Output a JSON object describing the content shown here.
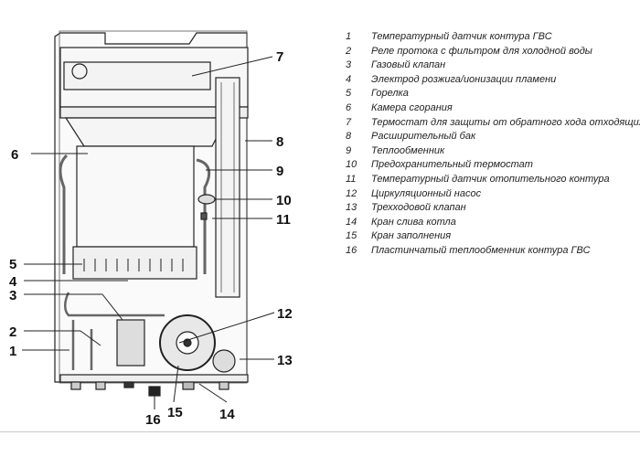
{
  "diagram": {
    "title": "Boiler internal components",
    "callouts": [
      "1",
      "2",
      "3",
      "4",
      "5",
      "6",
      "7",
      "8",
      "9",
      "10",
      "11",
      "12",
      "13",
      "14",
      "15",
      "16"
    ]
  },
  "legend": {
    "items": [
      {
        "num": "1",
        "label": "Температурный датчик контура ГВС"
      },
      {
        "num": "2",
        "label": " Реле протока с фильтром для холодной воды"
      },
      {
        "num": "3",
        "label": "Газовый клапан"
      },
      {
        "num": "4",
        "label": "Электрод розжига/ионизации пламени"
      },
      {
        "num": "5",
        "label": "Горелка"
      },
      {
        "num": "6",
        "label": "Камера сгорания"
      },
      {
        "num": "7",
        "label": "Термостат для защиты от обратного хода отходящих газов"
      },
      {
        "num": "8",
        "label": "Расширительный бак"
      },
      {
        "num": "9",
        "label": "Теплообменник"
      },
      {
        "num": "10",
        "label": "Предохранительный термостат"
      },
      {
        "num": "11",
        "label": "Температурный датчик отопительного контура"
      },
      {
        "num": "12",
        "label": "Циркуляционный насос"
      },
      {
        "num": "13",
        "label": "Трехходовой клапан"
      },
      {
        "num": "14",
        "label": "Кран слива котла"
      },
      {
        "num": "15",
        "label": "Кран заполнения"
      },
      {
        "num": "16",
        "label": "Пластинчатый теплообменник контура ГВС"
      }
    ]
  }
}
